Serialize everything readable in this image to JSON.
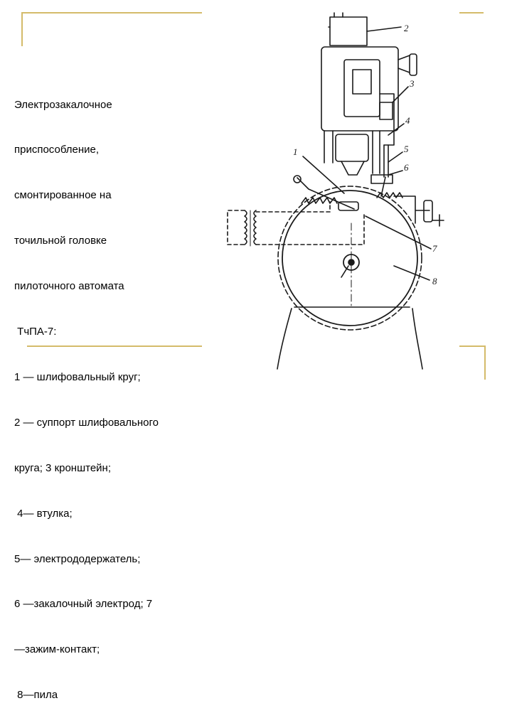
{
  "slide": {
    "accent_color": "#d4bb6a",
    "caption_lines": [
      "Электрозакалочное",
      "приспособление,",
      "смонтированное на",
      "точильной головке",
      "пилоточного автомата",
      " ТчПА-7:",
      "1 — шлифовальный круг;",
      "2 — суппорт шлифовального",
      "круга; 3 кронштейн;",
      " 4— втулка;",
      "5— электрододержатель;",
      "6 —закалочный электрод; 7",
      "—зажим-контакт;",
      " 8—пила"
    ]
  },
  "figure": {
    "callouts": [
      "2",
      "3",
      "4",
      "5",
      "1",
      "6",
      "7",
      "8"
    ]
  }
}
